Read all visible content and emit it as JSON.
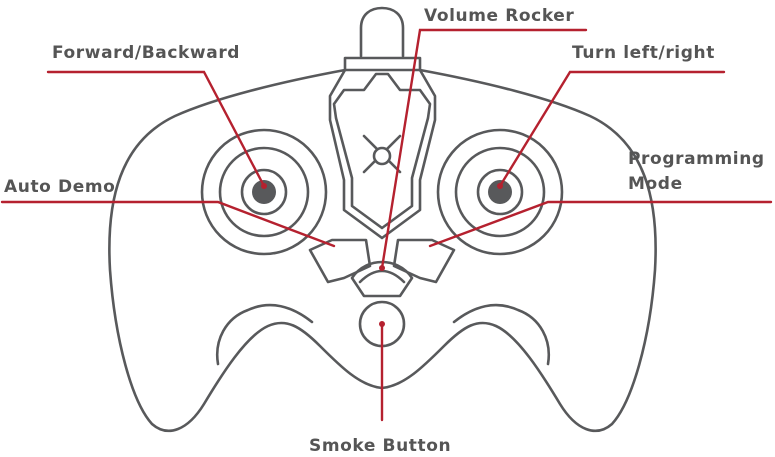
{
  "labels": {
    "volume_rocker": "Volume Rocker",
    "forward_backward": "Forward/Backward",
    "turn_left_right": "Turn left/right",
    "auto_demo": "Auto Demo",
    "programming_mode_line1": "Programming",
    "programming_mode_line2": "Mode",
    "smoke_button": "Smoke Button"
  },
  "colors": {
    "outline": "#58595b",
    "leader": "#b5212f",
    "text": "#555555"
  }
}
